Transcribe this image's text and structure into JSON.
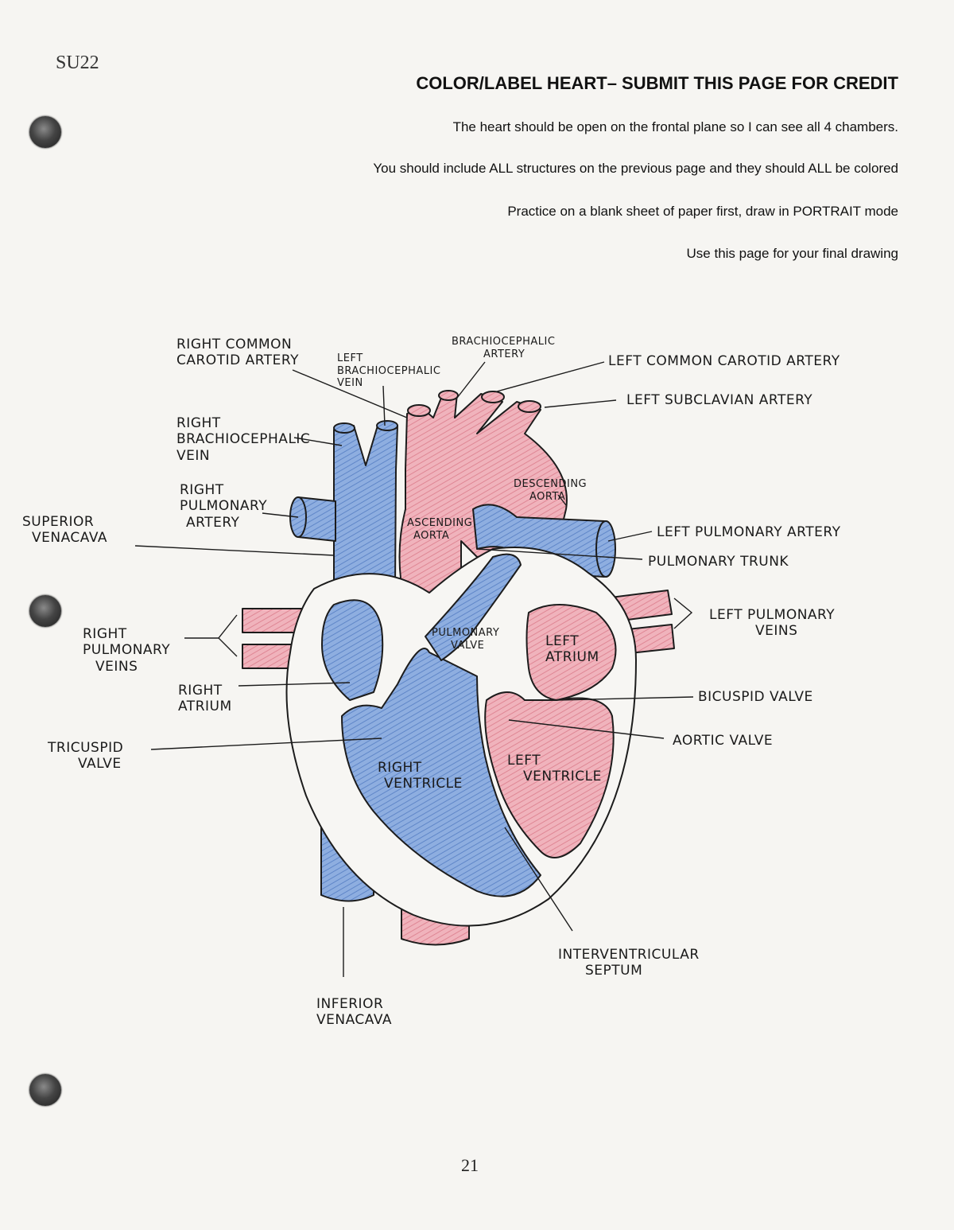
{
  "page": {
    "corner_code": "SU22",
    "title": "COLOR/LABEL HEART– SUBMIT THIS PAGE FOR CREDIT",
    "instructions": [
      "The heart should be open on the frontal plane so I can see all 4 chambers.",
      "You should include ALL structures on the previous page and they should ALL be colored",
      "Practice on a blank sheet of paper first, draw in PORTRAIT mode",
      "Use this page for your final drawing"
    ],
    "page_number": "21"
  },
  "colors": {
    "vein_blue": "#7d9fd6",
    "artery_red": "#e79aa6",
    "outline": "#1c1c1c",
    "paper": "#f6f5f2"
  },
  "labels": {
    "right_common_carotid": [
      "RIGHT COMMON",
      "CAROTID ARTERY"
    ],
    "left_brachiocephalic_vein": [
      "LEFT",
      "BRACHIOCEPHALIC",
      "VEIN"
    ],
    "brachiocephalic_artery": [
      "BRACHIOCEPHALIC",
      "ARTERY"
    ],
    "left_common_carotid": "LEFT COMMON CAROTID ARTERY",
    "left_subclavian": "LEFT SUBCLAVIAN ARTERY",
    "right_brachiocephalic_vein": [
      "RIGHT",
      "BRACHIOCEPHALIC",
      "VEIN"
    ],
    "right_pulmonary_artery": [
      "RIGHT",
      "PULMONARY",
      "ARTERY"
    ],
    "descending_aorta": [
      "DESCENDING",
      "AORTA"
    ],
    "superior_vena_cava": [
      "SUPERIOR",
      "VENACAVA"
    ],
    "ascending_aorta": [
      "ASCENDING",
      "AORTA"
    ],
    "left_pulmonary_artery": "LEFT PULMONARY ARTERY",
    "pulmonary_trunk": "PULMONARY TRUNK",
    "left_pulmonary_veins": [
      "LEFT PULMONARY",
      "VEINS"
    ],
    "right_pulmonary_veins": [
      "RIGHT",
      "PULMONARY",
      "VEINS"
    ],
    "pulmonary_valve": [
      "PULMONARY",
      "VALVE"
    ],
    "left_atrium": [
      "LEFT",
      "ATRIUM"
    ],
    "right_atrium": [
      "RIGHT",
      "ATRIUM"
    ],
    "bicuspid_valve": "BICUSPID VALVE",
    "aortic_valve": "AORTIC VALVE",
    "tricuspid_valve": [
      "TRICUSPID",
      "VALVE"
    ],
    "right_ventricle": [
      "RIGHT",
      "VENTRICLE"
    ],
    "left_ventricle": [
      "LEFT",
      "VENTRICLE"
    ],
    "interventricular_septum": [
      "INTERVENTRICULAR",
      "SEPTUM"
    ],
    "inferior_vena_cava": [
      "INFERIOR",
      "VENACAVA"
    ]
  }
}
